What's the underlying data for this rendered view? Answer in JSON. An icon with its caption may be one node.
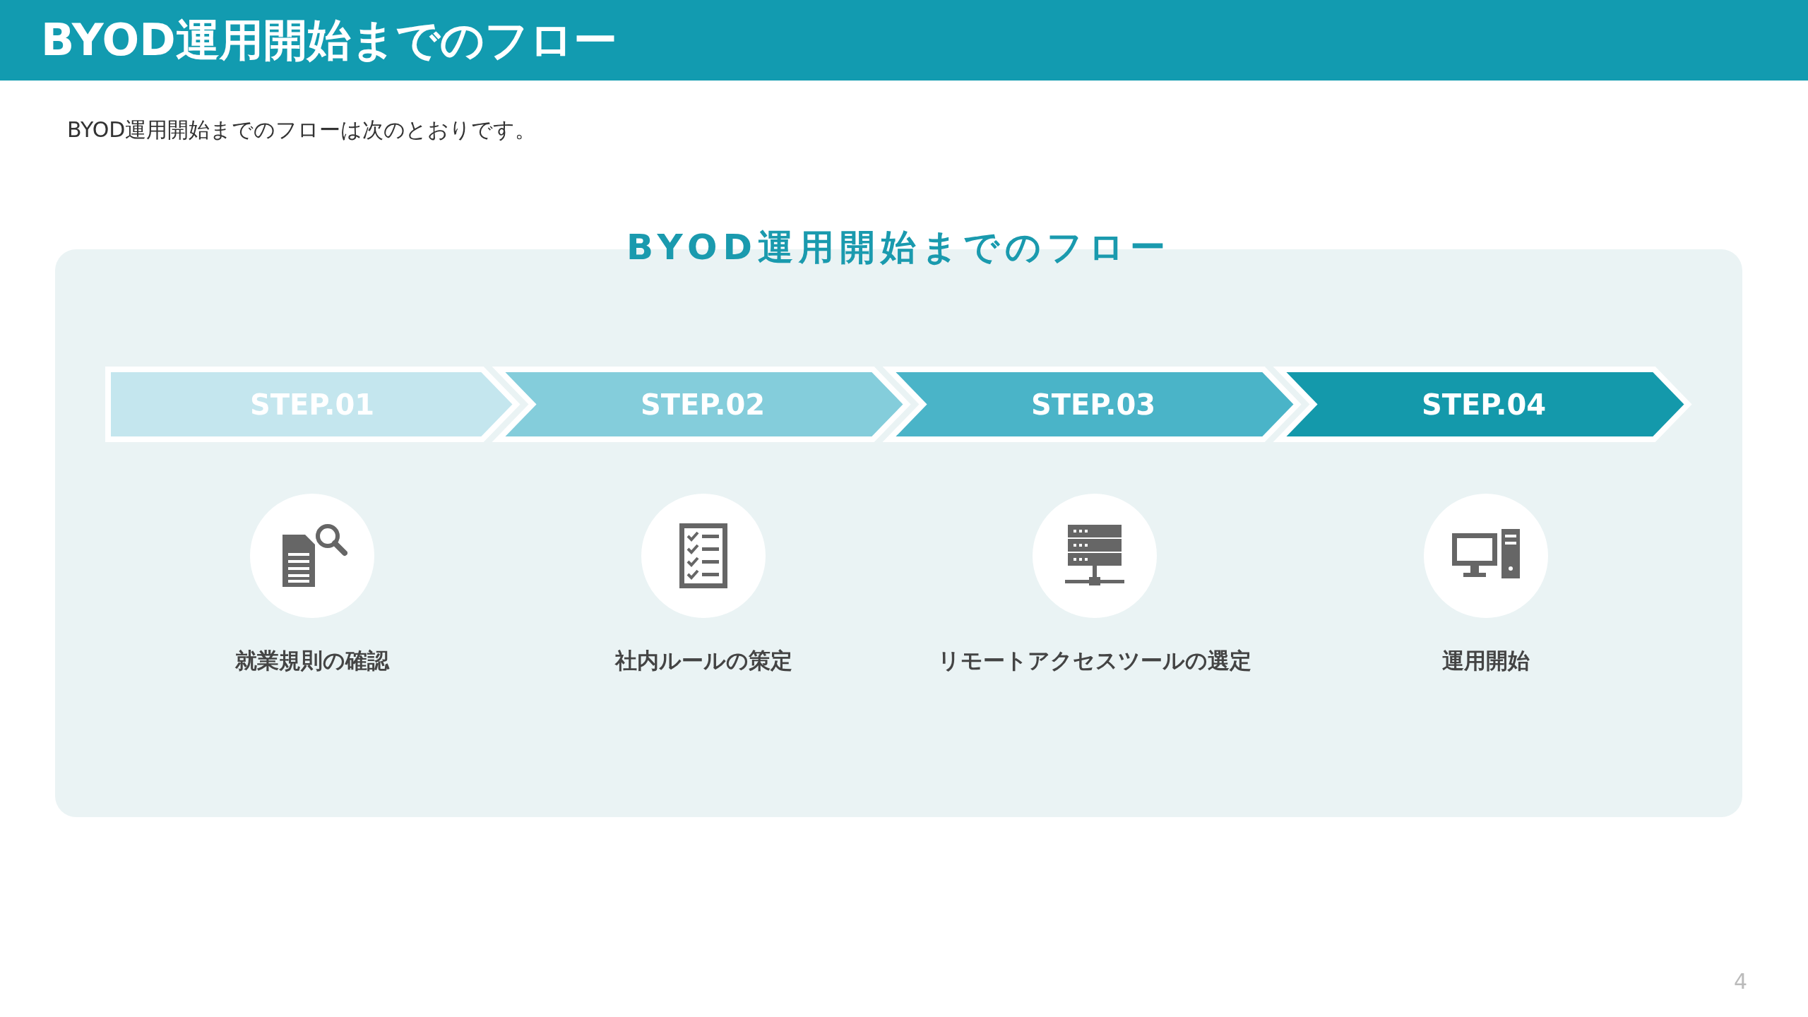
{
  "diagram": {
    "title": "BYOD運用開始までのフロー",
    "nodes": [
      {
        "text": [
          "BYOD運用開始までのフロー"
        ]
      },
      {
        "text": [
          "STEP.01"
        ],
        "in": 0
      },
      {
        "text": [
          "STEP.02"
        ],
        "in": 0
      },
      {
        "text": [
          "STEP.03"
        ],
        "in": 0
      },
      {
        "text": [
          "STEP.04"
        ],
        "in": 0
      },
      {
        "text": [],
        "shape": "circle",
        "in": 0,
        "beside": [
          "就業規則の確認"
        ]
      },
      {
        "text": [],
        "shape": "circle",
        "in": 0,
        "beside": [
          "社内ルールの策定"
        ]
      },
      {
        "text": [],
        "shape": "circle",
        "in": 0,
        "beside": [
          "リモートアクセスツールの選定"
        ]
      },
      {
        "text": [],
        "shape": "circle",
        "in": 0,
        "beside": [
          "運用開始"
        ]
      }
    ],
    "labels": [
      "BYOD運用開始までのフローは次のとおりです。",
      "4"
    ]
  }
}
